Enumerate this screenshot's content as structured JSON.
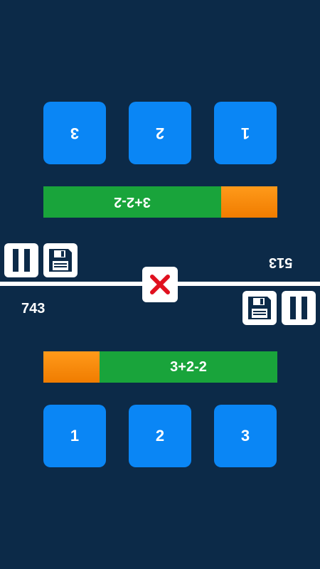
{
  "player_top": {
    "score": "513",
    "expression": "3+2-2",
    "progress_fraction": 0.24,
    "answers": [
      "3",
      "2",
      "1"
    ]
  },
  "player_bottom": {
    "score": "743",
    "expression": "3+2-2",
    "progress_fraction": 0.24,
    "answers": [
      "1",
      "2",
      "3"
    ]
  },
  "icons": {
    "pause": "pause-icon",
    "save": "floppy-disk-icon",
    "close": "close-icon"
  },
  "colors": {
    "background": "#0c2a48",
    "answer_button": "#0a86f5",
    "bar_green": "#19a43b",
    "bar_orange": "#f58a0a",
    "close_red": "#e0101e"
  }
}
